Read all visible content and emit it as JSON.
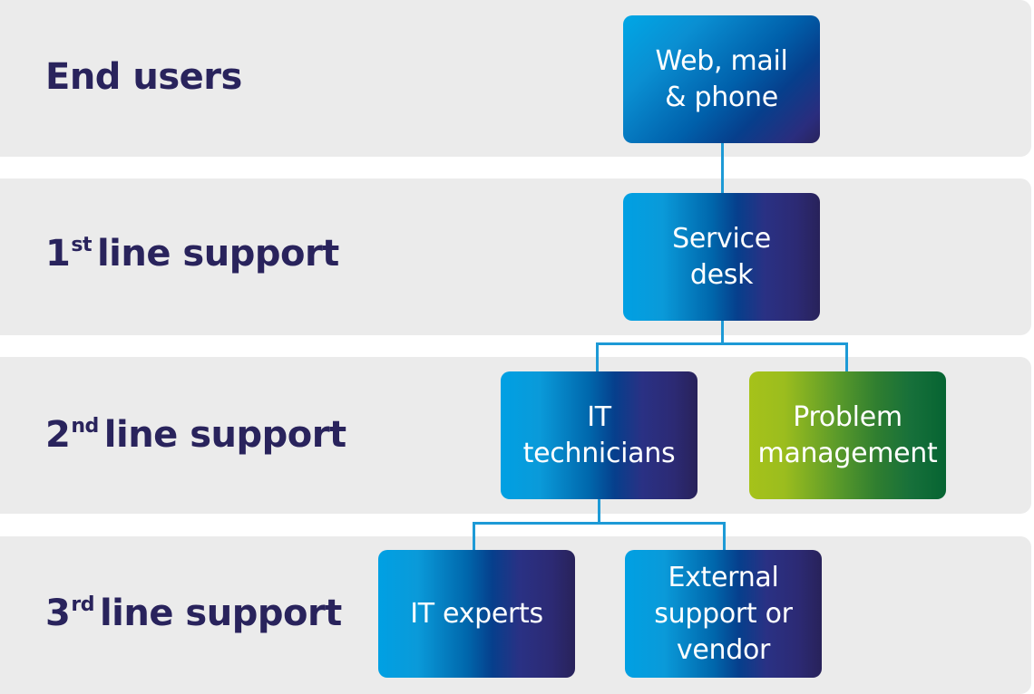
{
  "rows": [
    {
      "label_main": "End users",
      "label_num": "",
      "label_sup": ""
    },
    {
      "label_num": "1",
      "label_sup": "st",
      "label_main": "line support"
    },
    {
      "label_num": "2",
      "label_sup": "nd",
      "label_main": "line support"
    },
    {
      "label_num": "3",
      "label_sup": "rd",
      "label_main": "line support"
    }
  ],
  "nodes": {
    "web_mail_phone": {
      "lines": [
        "Web, mail",
        "& phone"
      ],
      "level": "End users"
    },
    "service_desk": {
      "lines": [
        "Service",
        "desk"
      ],
      "level": "1st line support"
    },
    "it_technicians": {
      "lines": [
        "IT",
        "technicians"
      ],
      "level": "2nd line support"
    },
    "problem_management": {
      "lines": [
        "Problem",
        "management"
      ],
      "level": "2nd line support"
    },
    "it_experts": {
      "lines": [
        "IT experts"
      ],
      "level": "3rd line support"
    },
    "external_support": {
      "lines": [
        "External",
        "support or",
        "vendor"
      ],
      "level": "3rd line support"
    }
  },
  "edges": [
    {
      "from": "web_mail_phone",
      "to": "service_desk"
    },
    {
      "from": "service_desk",
      "to": "it_technicians"
    },
    {
      "from": "service_desk",
      "to": "problem_management"
    },
    {
      "from": "it_technicians",
      "to": "it_experts"
    },
    {
      "from": "it_technicians",
      "to": "external_support"
    }
  ],
  "colors": {
    "label_text": "#29235c",
    "row_background": "#ebebeb",
    "connector": "#1d9ad6",
    "blue_gradient": [
      "#00a0e3",
      "#0067ac",
      "#2a3184",
      "#28225a"
    ],
    "green_gradient": [
      "#a6c21a",
      "#2f7e30",
      "#066432"
    ]
  }
}
